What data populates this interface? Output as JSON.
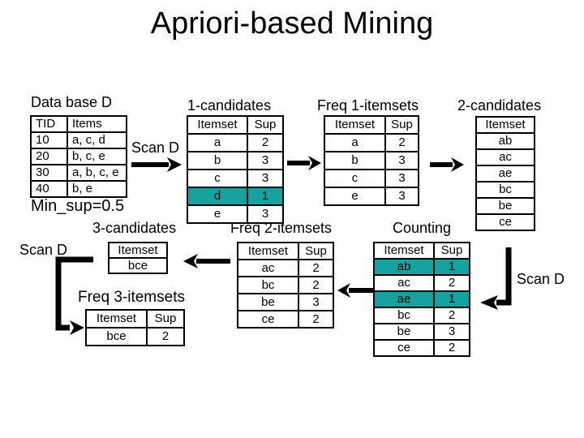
{
  "title": "Apriori-based Mining",
  "colors": {
    "text": "#000000",
    "background": "#ffffff",
    "highlight": "#14a39e",
    "arrow": "#000000"
  },
  "labels": {
    "database": "Data base D",
    "c1": "1-candidates",
    "f1": "Freq 1-itemsets",
    "c2": "2-candidates",
    "c3": "3-candidates",
    "f2": "Freq 2-itemsets",
    "counting": "Counting",
    "f3": "Freq 3-itemsets",
    "min_sup": "Min_sup=0.5",
    "scan_d_1": "Scan D",
    "scan_d_2": "Scan D",
    "scan_d_3": "Scan D"
  },
  "tables": {
    "database": {
      "headers": [
        "TID",
        "Items"
      ],
      "rows": [
        [
          "10",
          "a, c, d"
        ],
        [
          "20",
          "b, c, e"
        ],
        [
          "30",
          "a, b, c, e"
        ],
        [
          "40",
          "b, e"
        ]
      ],
      "highlighted_rows": []
    },
    "c1": {
      "headers": [
        "Itemset",
        "Sup"
      ],
      "rows": [
        [
          "a",
          "2"
        ],
        [
          "b",
          "3"
        ],
        [
          "c",
          "3"
        ],
        [
          "d",
          "1"
        ],
        [
          "e",
          "3"
        ]
      ],
      "highlighted_rows": [
        3
      ]
    },
    "f1": {
      "headers": [
        "Itemset",
        "Sup"
      ],
      "rows": [
        [
          "a",
          "2"
        ],
        [
          "b",
          "3"
        ],
        [
          "c",
          "3"
        ],
        [
          "e",
          "3"
        ]
      ],
      "highlighted_rows": []
    },
    "c2": {
      "headers": [
        "Itemset"
      ],
      "rows": [
        [
          "ab"
        ],
        [
          "ac"
        ],
        [
          "ae"
        ],
        [
          "bc"
        ],
        [
          "be"
        ],
        [
          "ce"
        ]
      ],
      "highlighted_rows": []
    },
    "c3": {
      "headers": [
        "Itemset"
      ],
      "rows": [
        [
          "bce"
        ]
      ],
      "highlighted_rows": []
    },
    "f2": {
      "headers": [
        "Itemset",
        "Sup"
      ],
      "rows": [
        [
          "ac",
          "2"
        ],
        [
          "bc",
          "2"
        ],
        [
          "be",
          "3"
        ],
        [
          "ce",
          "2"
        ]
      ],
      "highlighted_rows": []
    },
    "counting": {
      "headers": [
        "Itemset",
        "Sup"
      ],
      "rows": [
        [
          "ab",
          "1"
        ],
        [
          "ac",
          "2"
        ],
        [
          "ae",
          "1"
        ],
        [
          "bc",
          "2"
        ],
        [
          "be",
          "3"
        ],
        [
          "ce",
          "2"
        ]
      ],
      "highlighted_rows": [
        0,
        2
      ]
    },
    "f3": {
      "headers": [
        "Itemset",
        "Sup"
      ],
      "rows": [
        [
          "bce",
          "2"
        ]
      ],
      "highlighted_rows": []
    }
  }
}
